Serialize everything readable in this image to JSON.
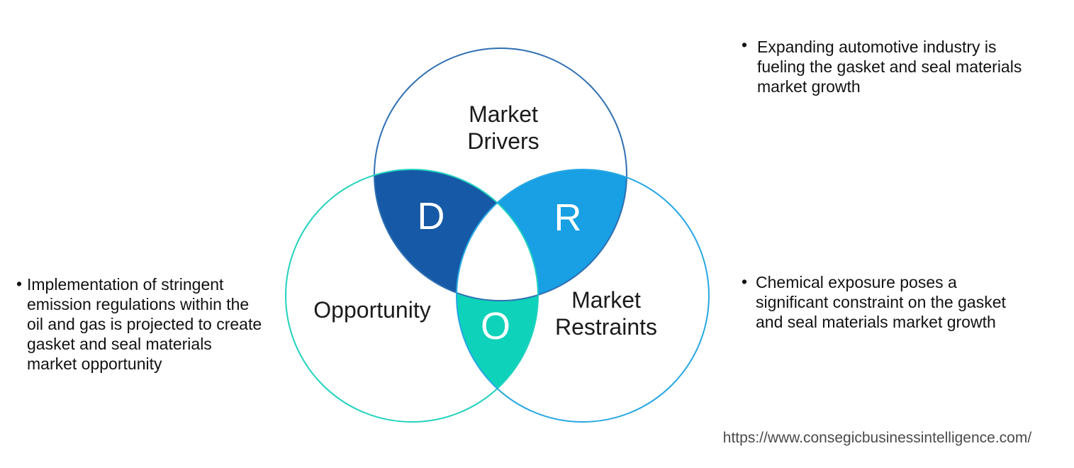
{
  "venn": {
    "circles": {
      "drivers": {
        "label_lines": [
          "Market",
          "Drivers"
        ],
        "stroke": "#2E6FB2"
      },
      "opportunity": {
        "label_lines": [
          "Opportunity"
        ],
        "stroke": "#22D2BE"
      },
      "restraints": {
        "label_lines": [
          "Market",
          "Restraints"
        ],
        "stroke": "#27A7E4"
      }
    },
    "intersections": {
      "d": {
        "letter": "D",
        "fill": "#1659A6"
      },
      "r": {
        "letter": "R",
        "fill": "#189FE4"
      },
      "o": {
        "letter": "O",
        "fill": "#0ED2B9"
      }
    }
  },
  "notes": {
    "top_right": {
      "bullet": "•",
      "lines": [
        "Expanding automotive industry is",
        "fueling the gasket and seal materials",
        "market growth"
      ]
    },
    "left": {
      "bullet": "•",
      "lines": [
        "Implementation of stringent",
        "emission regulations within the",
        "oil and gas is projected to create",
        "gasket and seal materials",
        "market opportunity"
      ]
    },
    "right": {
      "bullet": "•",
      "lines": [
        "Chemical exposure poses a",
        "significant constraint on the gasket",
        "and seal materials market growth"
      ]
    }
  },
  "footer": {
    "url": "https://www.consegicbusinessintelligence.com/"
  }
}
